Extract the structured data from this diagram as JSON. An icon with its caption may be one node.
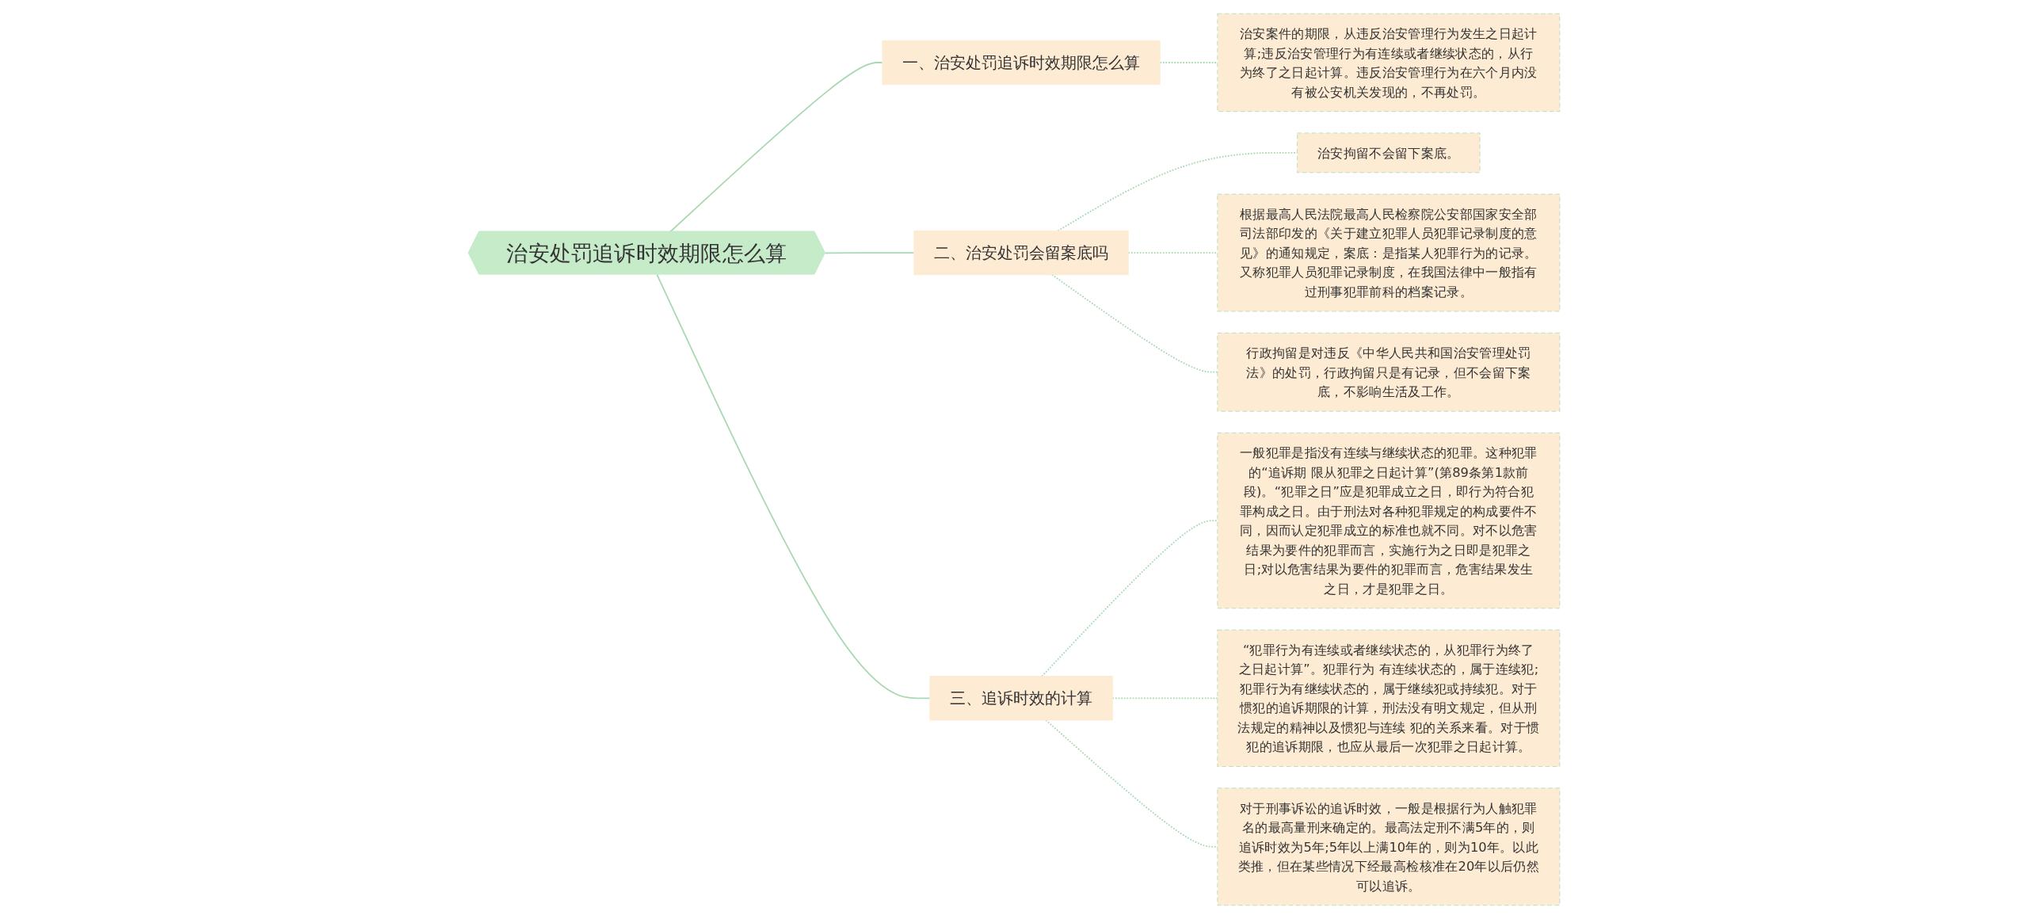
{
  "diagram": {
    "nodes": [
      {
        "text": [
          "治安处罚追诉时效期限怎么算"
        ]
      },
      {
        "text": [
          "一、治安处罚追诉时效期限怎么算"
        ]
      },
      {
        "text": [
          "治安案件的期限，从违反治安管理行为发生之日起计算;违反治安管理行为有连续或者继续状态的，从行为终了之日起计算。违反治安管理行为在六个月内没有被公安机关发现的，不再处罚。"
        ]
      },
      {
        "text": [
          "二、治安处罚会留案底吗"
        ]
      },
      {
        "text": [
          "治安拘留不会留下案底。"
        ]
      },
      {
        "text": [
          "根据最高人民法院最高人民检察院公安部国家安全部司法部印发的《关于建立犯罪人员犯罪记录制度的意见》的通知规定，案底：是指某人犯罪行为的记录。又称犯罪人员犯罪记录制度，在我国法律中一般指有过刑事犯罪前科的档案记录。"
        ]
      },
      {
        "text": [
          "行政拘留是对违反《中华人民共和国治安管理处罚法》的处罚，行政拘留只是有记录，但不会留下案底，不影响生活及工作。"
        ]
      },
      {
        "text": [
          "三、追诉时效的计算"
        ]
      },
      {
        "text": [
          "一般犯罪是指没有连续与继续状态的犯罪。这种犯罪的“追诉期 限从犯罪之日起计算”(第89条第1款前段)。“犯罪之日”应是犯罪成立之日，即行为符合犯罪构成之日。由于刑法对各种犯罪规定的构成要件不同，因而认定犯罪成立的标准也就不同。对不以危害结果为要件的犯罪而言，实施行为之日即是犯罪之日;对以危害结果为要件的犯罪而言，危害结果发生之日，才是犯罪之日。"
        ]
      },
      {
        "text": [
          "“犯罪行为有连续或者继续状态的，从犯罪行为终了之日起计算”。犯罪行为 有连续状态的，属于连续犯;犯罪行为有继续状态的，属于继续犯或持续犯。对于惯犯的追诉期限的计算，刑法没有明文规定，但从刑法规定的精神以及惯犯与连续 犯的关系来看。对于惯犯的追诉期限，也应从最后一次犯罪之日起计算。"
        ]
      },
      {
        "text": [
          "对于刑事诉讼的追诉时效，一般是根据行为人触犯罪名的最高量刑来确定的。最高法定刑不满5年的，则追诉时效为5年;5年以上满10年的，则为10年。以此类推，但在某些情况下经最高检核准在20年以后仍然可以追诉。"
        ]
      }
    ],
    "edges": [
      {
        "from": 0,
        "to": 1,
        "arrow": "none"
      },
      {
        "from": 1,
        "to": 2,
        "arrow": "none",
        "style": "dashed"
      },
      {
        "from": 0,
        "to": 3,
        "arrow": "none"
      },
      {
        "from": 3,
        "to": 4,
        "arrow": "none",
        "style": "dashed"
      },
      {
        "from": 3,
        "to": 5,
        "arrow": "none",
        "style": "dashed"
      },
      {
        "from": 3,
        "to": 6,
        "arrow": "none",
        "style": "dashed"
      },
      {
        "from": 0,
        "to": 7,
        "arrow": "none"
      },
      {
        "from": 7,
        "to": 8,
        "arrow": "none",
        "style": "dashed"
      },
      {
        "from": 7,
        "to": 9,
        "arrow": "none",
        "style": "dashed"
      },
      {
        "from": 7,
        "to": 10,
        "arrow": "none",
        "style": "dashed"
      }
    ]
  }
}
